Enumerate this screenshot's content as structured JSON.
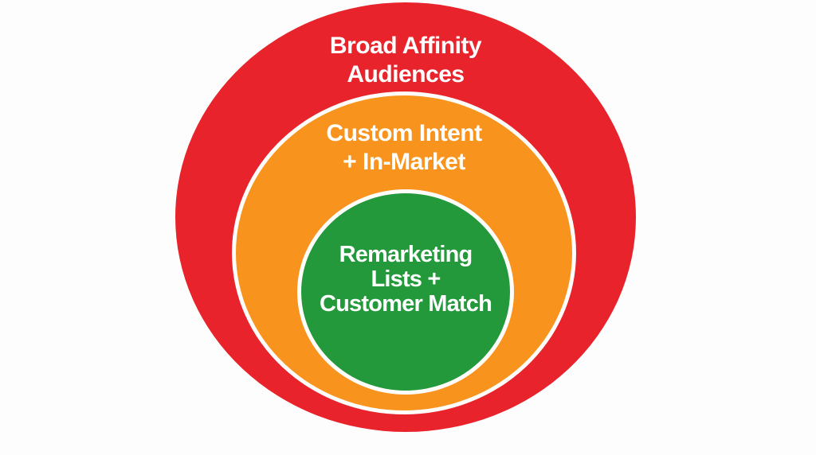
{
  "diagram": {
    "type": "nested-circles",
    "background": "#fdfdfd",
    "ring_border_color": "#fefdfb",
    "text_color": "#ffffff",
    "rings": [
      {
        "name": "broad-affinity-audiences",
        "label": "Broad Affinity Audiences",
        "lines": [
          "Broad Affinity",
          "Audiences"
        ],
        "fill": "#e8232b"
      },
      {
        "name": "custom-intent-in-market",
        "label": "Custom Intent + In-Market",
        "lines": [
          "Custom Intent",
          "+ In-Market"
        ],
        "fill": "#f8941d"
      },
      {
        "name": "remarketing-lists-customer-match",
        "label": "Remarketing Lists + Customer Match",
        "lines": [
          "Remarketing",
          "Lists +",
          "Customer Match"
        ],
        "fill": "#23993c"
      }
    ]
  }
}
